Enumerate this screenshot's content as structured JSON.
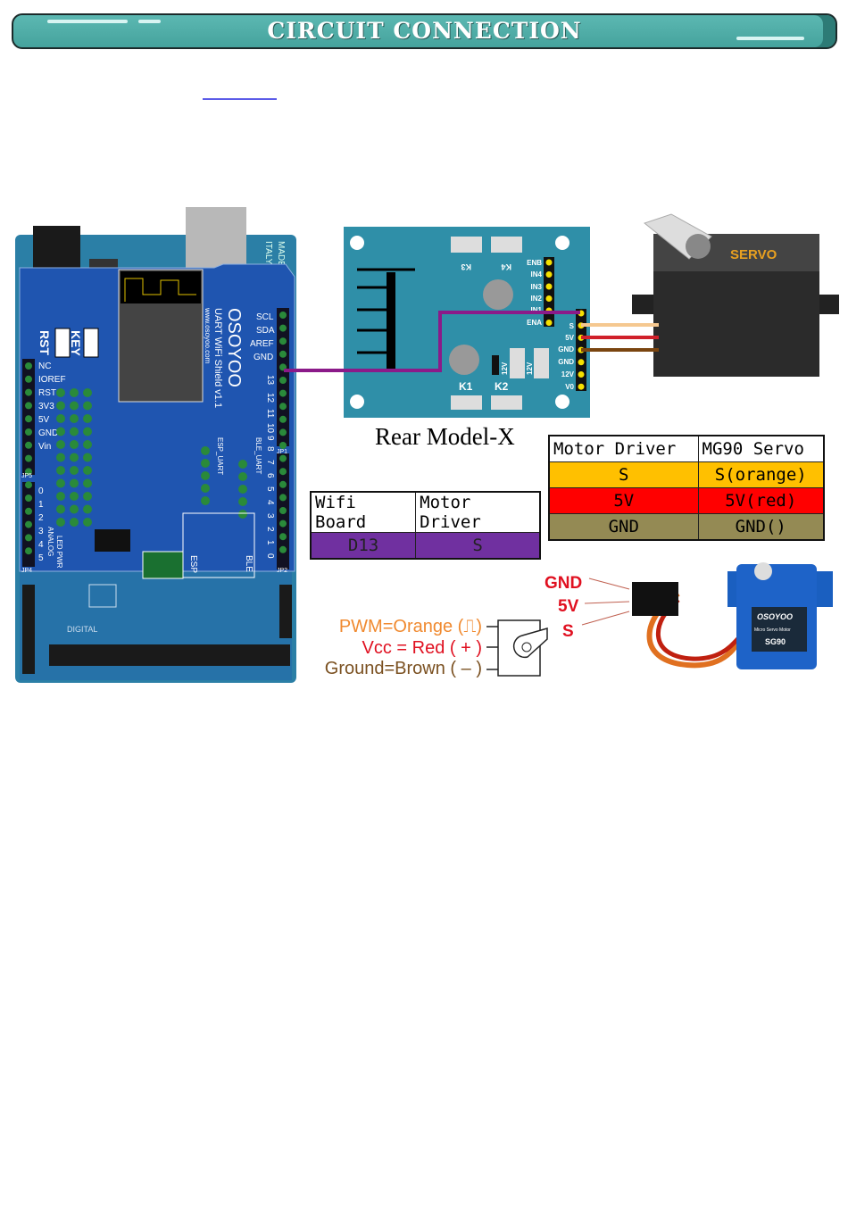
{
  "banner": {
    "title": "CIRCUIT CONNECTION"
  },
  "link": {
    "text": ""
  },
  "wifi_board": {
    "base_label": [
      "MADE IN",
      "ITALY"
    ],
    "brand": "OSOYOO",
    "model": "UART WiFi Shield v1.1",
    "website": "www.osoyoo.com",
    "buttons": [
      "RST",
      "KEY"
    ],
    "right_pins": [
      "SCL",
      "SDA",
      "AREF",
      "GND",
      "13",
      "12",
      "11",
      "10",
      "9",
      "8",
      "7",
      "6",
      "5",
      "4",
      "3",
      "2",
      "1",
      "0"
    ],
    "left_pins": [
      "NC",
      "IOREF",
      "RST",
      "3V3",
      "5V",
      "GND",
      "Vin",
      "0",
      "1",
      "2",
      "3",
      "4",
      "5"
    ],
    "headers": [
      "JP1",
      "JP2",
      "JP4",
      "JP5"
    ],
    "modules": [
      "BLE_UART",
      "ESP_UART",
      "ESP",
      "BLE",
      "ANALOG",
      "LED PWR"
    ],
    "digital": "DIGITAL"
  },
  "motor_driver": {
    "title": "Rear Model-X",
    "top_pins": [
      "ENB",
      "IN4",
      "IN3",
      "IN2",
      "IN1",
      "ENA"
    ],
    "side_pins": [
      "S",
      "5V",
      "GND",
      "GND",
      "12V",
      "V0"
    ],
    "connectors": [
      "K3",
      "K4",
      "K1",
      "K2"
    ],
    "jumpers": [
      "12V",
      "12V"
    ]
  },
  "servo": {
    "label": "SERVO"
  },
  "wifi_table": {
    "headers": [
      "Wifi Board",
      "Motor Driver"
    ],
    "rows": [
      [
        "D13",
        "S"
      ]
    ],
    "row_color": "#7030a0"
  },
  "servo_table": {
    "headers": [
      "Motor Driver",
      "MG90 Servo"
    ],
    "rows": [
      [
        "S",
        "S(orange)"
      ],
      [
        "5V",
        "5V(red)"
      ],
      [
        "GND",
        "GND()"
      ]
    ],
    "row_colors": [
      "#ffc000",
      "#ff0000",
      "#948a54"
    ]
  },
  "servo_photo": {
    "pins": [
      "GND",
      "5V",
      "S"
    ],
    "brand": "OSOYOO",
    "subtitle": "Micro Servo Motor",
    "model": "SG90"
  },
  "legend": {
    "pwm": "PWM=Orange (⎍)",
    "vcc": "Vcc = Red ( + )",
    "gnd": "Ground=Brown ( – )"
  },
  "colors": {
    "wire": "#8b1a89",
    "banner": "#4aa8a2",
    "board": "#1f5fb0",
    "driver": "#2f8fa8"
  }
}
